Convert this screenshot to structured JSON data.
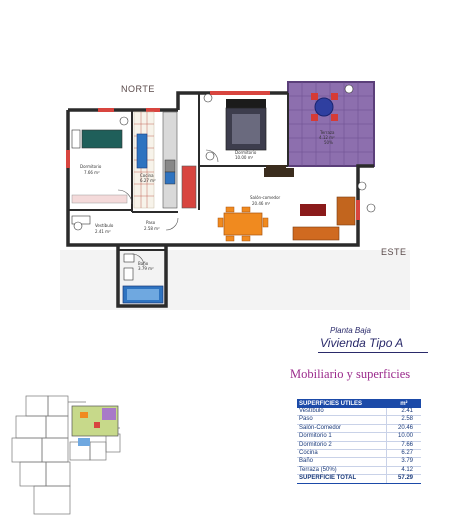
{
  "compass": {
    "north": "NORTE",
    "east": "ESTE"
  },
  "rooms": [
    {
      "id": "dormitorio2",
      "name": "Dormitorio",
      "area": "7.66 m²"
    },
    {
      "id": "cocina",
      "name": "Cocina",
      "area": "6.27 m²"
    },
    {
      "id": "dormitorio1",
      "name": "Dormitorio",
      "area": "10.00 m²"
    },
    {
      "id": "terraza",
      "name": "Terraza",
      "area": "4.12 m²",
      "extra": "50%"
    },
    {
      "id": "salon",
      "name": "Salón-comedor",
      "area": "20.46 m²"
    },
    {
      "id": "vestibulo",
      "name": "Vestíbulo",
      "area": "2.41 m²"
    },
    {
      "id": "paso",
      "name": "Paso",
      "area": "2.58 m²"
    },
    {
      "id": "bano",
      "name": "Baño",
      "area": "3.79 m²"
    }
  ],
  "caption": {
    "floor": "Planta Baja",
    "unit": "Vivienda Tipo A"
  },
  "section_title": "Mobiliario y superficies",
  "table": {
    "header_label": "SUPERFICIES UTILES",
    "header_unit": "m²",
    "rows": [
      {
        "label": "Vestíbulo",
        "value": "2.41"
      },
      {
        "label": "Paso",
        "value": "2.58"
      },
      {
        "label": "Salón-Comedor",
        "value": "20.46"
      },
      {
        "label": "Dormitorio 1",
        "value": "10.00"
      },
      {
        "label": "Dormitorio 2",
        "value": "7.66"
      },
      {
        "label": "Cocina",
        "value": "6.27"
      },
      {
        "label": "Baño",
        "value": "3.79"
      },
      {
        "label": "Terraza (50%)",
        "value": "4.12"
      }
    ],
    "total_label": "SUPERFICIE TOTAL",
    "total_value": "57.29"
  },
  "colors": {
    "wall": "#2b2b2b",
    "accent_red": "#c4302b",
    "terrace": "#7a5a9c",
    "heading": "#9b2b8c",
    "table_header": "#1b4aa8"
  }
}
